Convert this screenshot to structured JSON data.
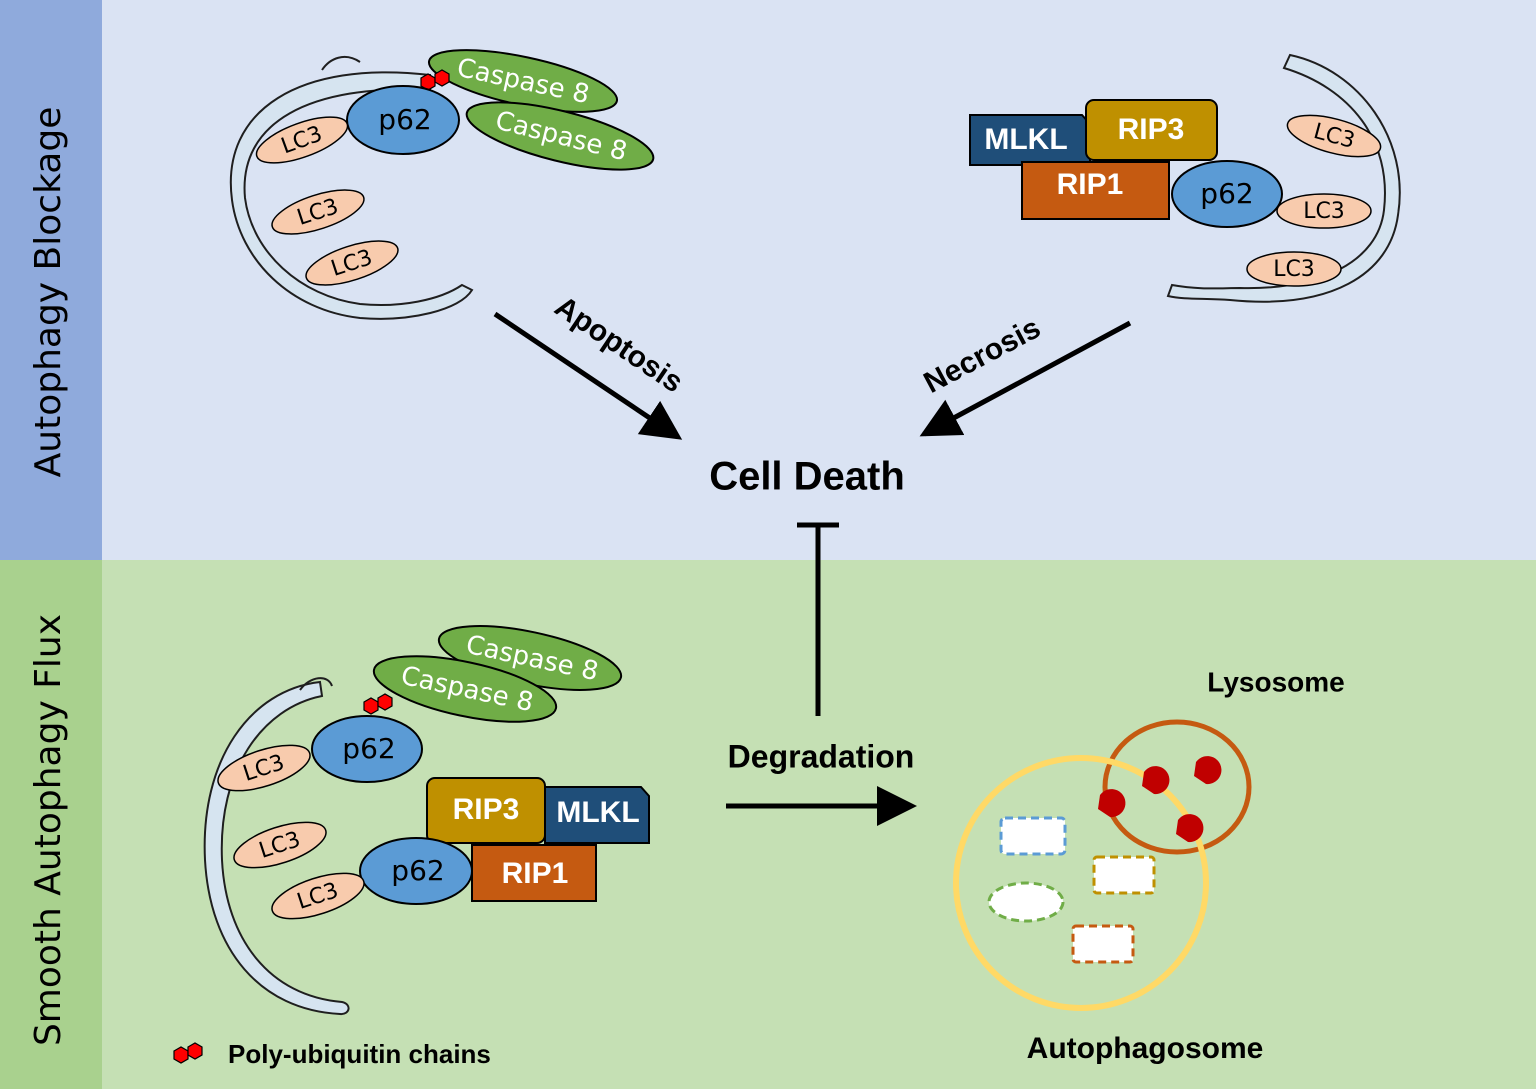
{
  "sections": {
    "top_label": "Autophagy Blockage",
    "bottom_label": "Smooth Autophagy Flux"
  },
  "proteins": {
    "p62": "p62",
    "lc3": "LC3",
    "caspase8": "Caspase 8",
    "mlkl": "MLKL",
    "rip3": "RIP3",
    "rip1": "RIP1"
  },
  "pathways": {
    "apoptosis": "Apoptosis",
    "necrosis": "Necrosis",
    "cell_death": "Cell Death",
    "degradation": "Degradation"
  },
  "organelles": {
    "lysosome": "Lysosome",
    "autophagosome": "Autophagosome"
  },
  "legend": {
    "polyubiquitin": "Poly-ubiquitin chains"
  },
  "colors": {
    "top_bg": "#dae3f3",
    "bottom_bg": "#c5e0b4",
    "top_band": "#8faadc",
    "bottom_band": "#a9d18e",
    "p62": "#5b9bd5",
    "lc3": "#f8cbad",
    "caspase": "#70ad47",
    "mlkl": "#1f4e79",
    "rip3": "#bf9000",
    "rip1": "#c55a11",
    "ubiquitin": "#ff0000",
    "membrane": "#d6e4f0",
    "lysosome_ring": "#c55a11",
    "autophagosome_ring": "#ffd966"
  }
}
